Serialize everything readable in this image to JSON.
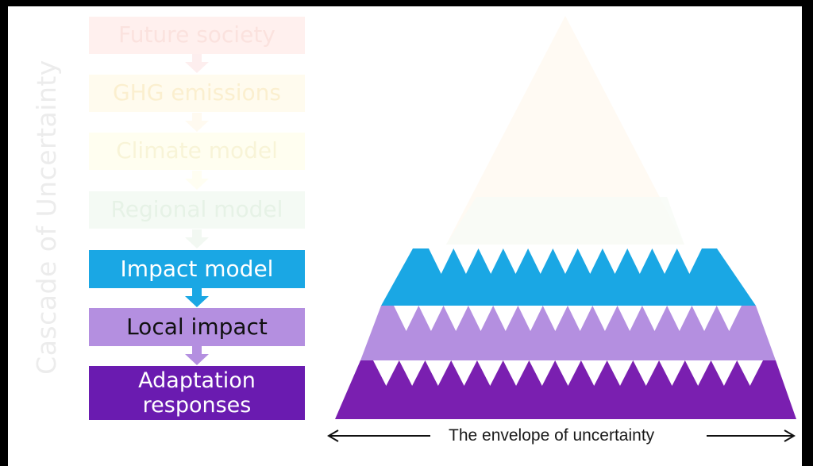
{
  "axis_label": "Cascade of Uncertainty",
  "cascade": [
    {
      "label": "Future society",
      "color": "#fff0ee",
      "text_color": "#fbe2de"
    },
    {
      "label": "GHG emissions",
      "color": "#fffbee",
      "text_color": "#fbefcf"
    },
    {
      "label": "Climate model",
      "color": "#fffef0",
      "text_color": "#f8f4d7"
    },
    {
      "label": "Regional model",
      "color": "#f4faf4",
      "text_color": "#e6f2e6"
    },
    {
      "label": "Impact model",
      "color": "#1aa7e4",
      "text_color": "#ffffff"
    },
    {
      "label": "Local impact",
      "color": "#b48fe0",
      "text_color": "#111111"
    },
    {
      "label": "Adaptation responses",
      "color": "#6a1bb0",
      "text_color": "#ffffff"
    }
  ],
  "envelope": {
    "label": "The envelope of uncertainty",
    "arrow_left_icon": "arrow-left-icon",
    "arrow_right_icon": "arrow-right-icon"
  },
  "pyramid_colors": {
    "faded_top": "#fffaf3",
    "faded_band": "#f7fbf6",
    "impact": "#1aa7e4",
    "local": "#b48fe0",
    "adaptation": "#7a1fb0"
  }
}
